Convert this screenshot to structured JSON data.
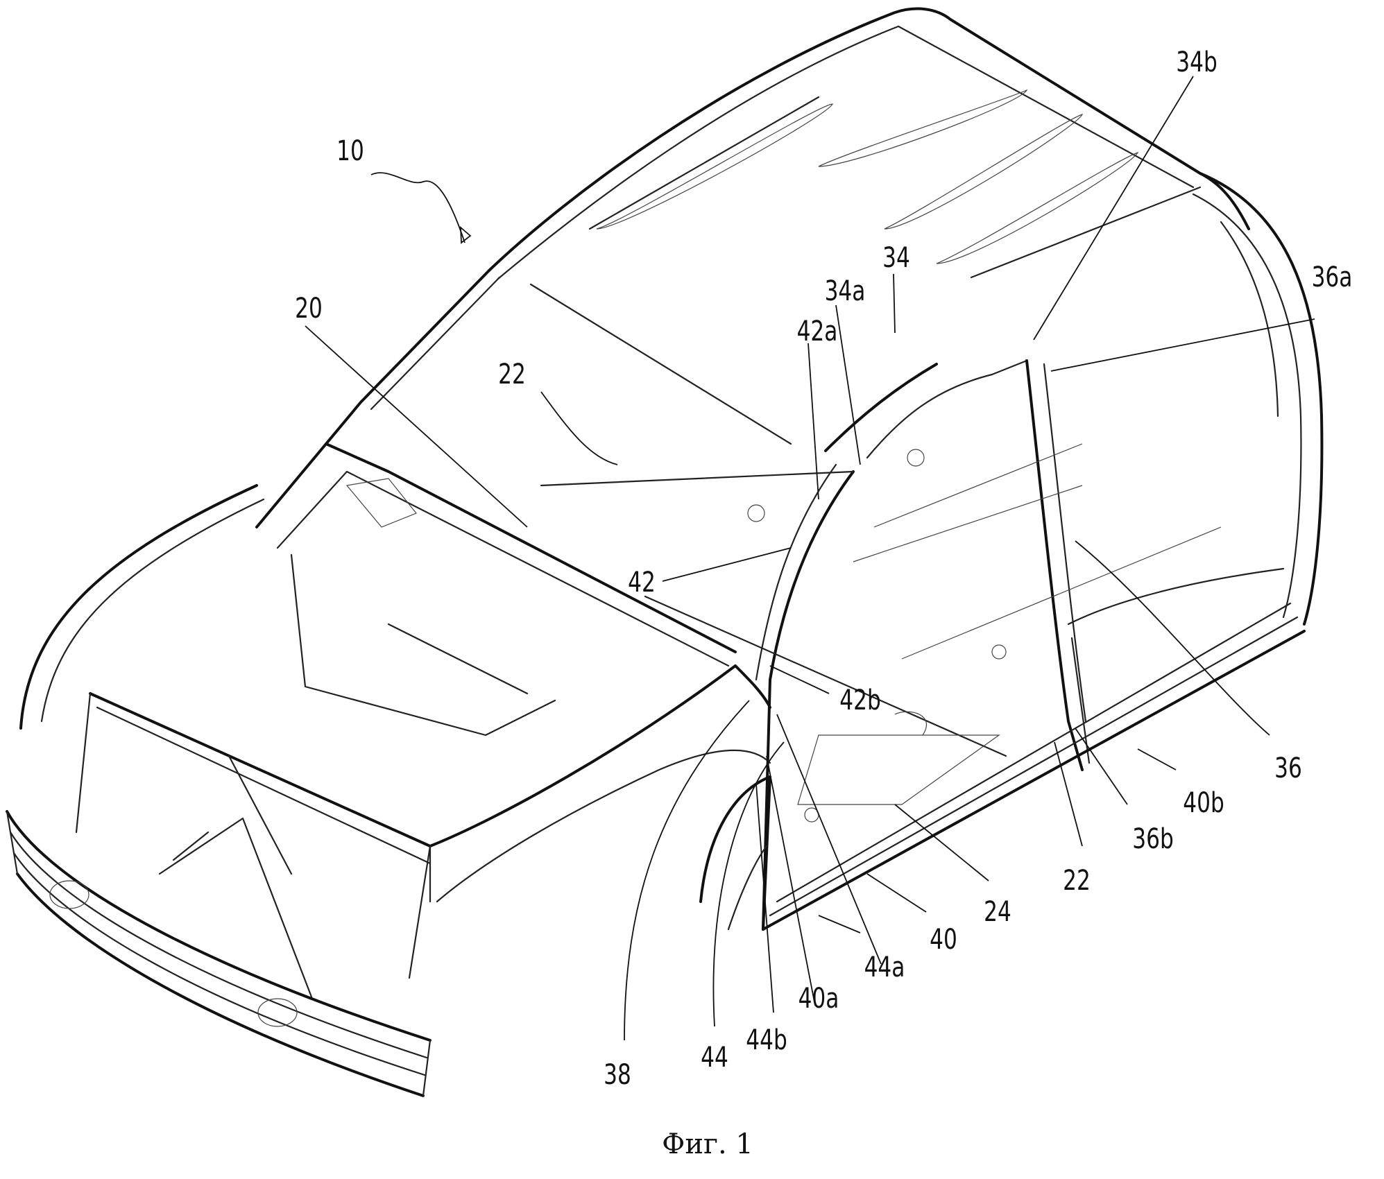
{
  "caption": "Фиг. 1",
  "labels": {
    "l10": "10",
    "l20": "20",
    "l22_top": "22",
    "l22_bottom": "22",
    "l24": "24",
    "l34": "34",
    "l34a": "34a",
    "l34b": "34b",
    "l36": "36",
    "l36a": "36a",
    "l36b": "36b",
    "l38": "38",
    "l40": "40",
    "l40a": "40a",
    "l40b": "40b",
    "l42": "42",
    "l42a": "42a",
    "l42b": "42b",
    "l44": "44",
    "l44a": "44a",
    "l44b": "44b"
  }
}
